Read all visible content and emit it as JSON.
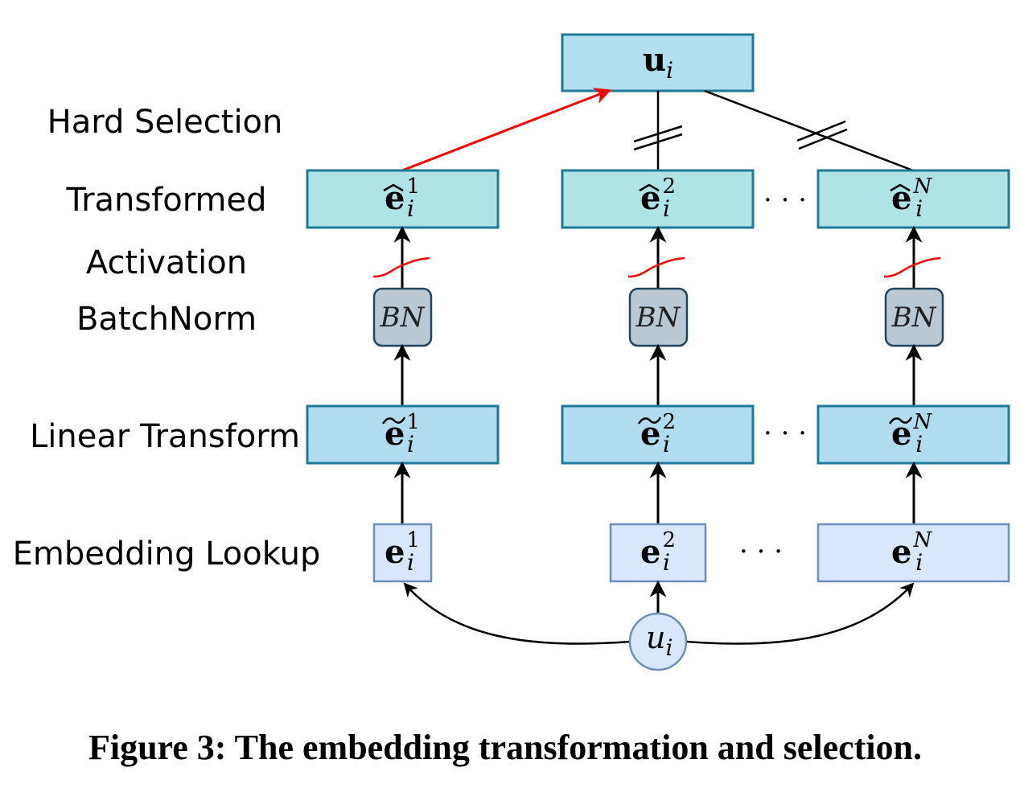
{
  "row_labels": {
    "hard_selection": "Hard Selection",
    "transformed": "Transformed",
    "activation": "Activation",
    "batchnorm": "BatchNorm",
    "linear_transform": "Linear Transform",
    "embedding_lookup": "Embedding Lookup"
  },
  "output_node": {
    "base": "u",
    "sub": "i"
  },
  "input_node": {
    "base": "u",
    "sub": "i"
  },
  "columns": [
    {
      "sup": "1",
      "sup_italic": false
    },
    {
      "sup": "2",
      "sup_italic": false
    },
    {
      "sup": "N",
      "sup_italic": true
    }
  ],
  "embedding_base": "e",
  "embedding_sub": "i",
  "batchnorm_label": "BN",
  "ellipsis": "· · ·",
  "caption": "Figure 3: The embedding transformation and selection.",
  "colors": {
    "output_box": "#b1dfef",
    "transformed_box": "#b0e3e6",
    "linear_box": "#b1dcef",
    "lookup_box": "#d9e7fc",
    "box_border": "#1f7a9a",
    "lookup_border": "#6c8ebf",
    "bn_fill": "#bac8d3",
    "bn_border": "#23445d",
    "selection_arrow": "#ff0000",
    "activation_curve": "#ff0000",
    "input_circle": "#d9e7fc"
  }
}
